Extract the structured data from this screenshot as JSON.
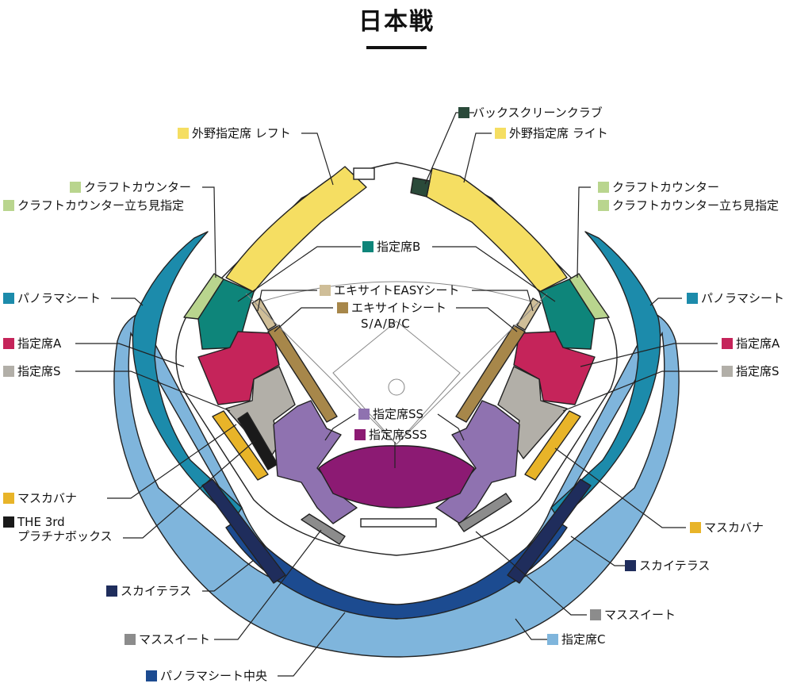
{
  "title": "日本戦",
  "colors": {
    "outfield": "#f5de62",
    "backscreen": "#2a4a3a",
    "craft": "#b9d58e",
    "seatB": "#0e857a",
    "panorama": "#1c8bab",
    "seatA": "#c5245a",
    "seatS": "#b2afa8",
    "easy": "#cfbe98",
    "excite": "#a7874a",
    "seatSS": "#8f72b0",
    "seatSSS": "#8c1a73",
    "masukabana": "#e8b429",
    "platinum": "#1a1a1a",
    "skyterrace": "#1f2d5c",
    "masusuite": "#8c8c8c",
    "panoramaCenter": "#1c4b90",
    "seatC": "#7fb5dc"
  },
  "labels": {
    "backscreen": "バックスクリーンクラブ",
    "outfield_left": "外野指定席 レフト",
    "outfield_right": "外野指定席 ライト",
    "craft_left": "クラフトカウンター",
    "craft_left_standing": "クラフトカウンター立ち見指定",
    "craft_right": "クラフトカウンター",
    "craft_right_standing": "クラフトカウンター立ち見指定",
    "seat_b": "指定席B",
    "easy": "エキサイトEASYシート",
    "excite": "エキサイトシート",
    "excite_sub": "S/A/B/C",
    "panorama_left": "パノラマシート",
    "panorama_right": "パノラマシート",
    "seat_a_left": "指定席A",
    "seat_a_right": "指定席A",
    "seat_s_left": "指定席S",
    "seat_s_right": "指定席S",
    "seat_ss": "指定席SS",
    "seat_sss": "指定席SSS",
    "masukabana_left": "マスカバナ",
    "masukabana_right": "マスカバナ",
    "platinum_line1": "THE 3rd",
    "platinum_line2": "プラチナボックス",
    "skyterrace_left": "スカイテラス",
    "skyterrace_right": "スカイテラス",
    "masusuite_left": "マススイート",
    "masusuite_right": "マススイート",
    "panorama_center": "パノラマシート中央",
    "seat_c": "指定席C"
  }
}
